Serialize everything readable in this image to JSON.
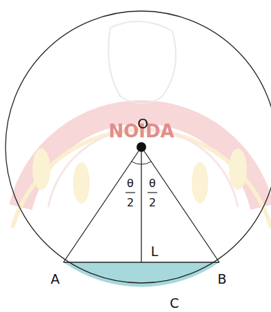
{
  "diagram": {
    "labels": [
      "NOIDA",
      "O",
      "θ",
      "2",
      "θ",
      "2",
      "L",
      "A",
      "B",
      "C"
    ]
  }
}
